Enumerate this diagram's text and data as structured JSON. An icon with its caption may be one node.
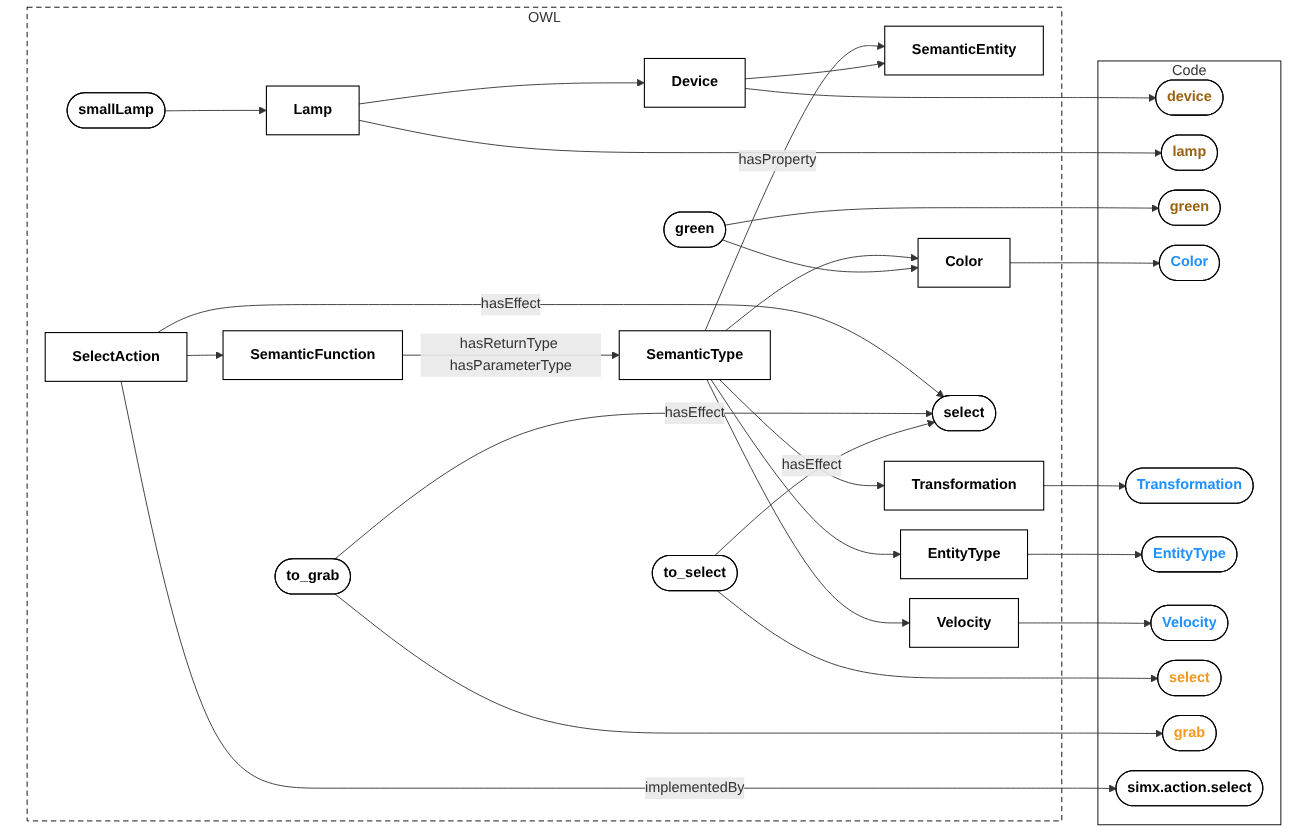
{
  "diagram": {
    "nodes": [
      {
        "text": [
          "OWL"
        ]
      },
      {
        "text": [
          "Device"
        ],
        "in": 0
      },
      {
        "text": [
          "SemanticEntity"
        ],
        "in": 0
      },
      {
        "text": [
          "Lamp"
        ],
        "in": 0
      },
      {
        "text": [
          "smallLamp"
        ],
        "in": 0
      },
      {
        "text": [
          "green"
        ],
        "in": 0
      },
      {
        "text": [
          "SemanticType"
        ],
        "in": 0
      },
      {
        "text": [
          "Color"
        ],
        "in": 0
      },
      {
        "text": [
          "Transformation"
        ],
        "in": 0
      },
      {
        "text": [
          "EntityType"
        ],
        "in": 0
      },
      {
        "text": [
          "Velocity"
        ],
        "in": 0
      },
      {
        "text": [
          "select"
        ],
        "in": 0
      },
      {
        "text": [
          "to_select"
        ],
        "in": 0
      },
      {
        "text": [
          "to_grab"
        ],
        "in": 0
      },
      {
        "text": [
          "SemanticFunction"
        ],
        "in": 0
      },
      {
        "text": [
          "SelectAction"
        ],
        "in": 0
      },
      {
        "text": [
          "Code"
        ]
      },
      {
        "text": [
          "device"
        ],
        "in": 16
      },
      {
        "text": [
          "lamp"
        ],
        "in": 16
      },
      {
        "text": [
          "green"
        ],
        "in": 16
      },
      {
        "text": [
          "Color"
        ],
        "in": 16
      },
      {
        "text": [
          "Transformation"
        ],
        "in": 16
      },
      {
        "text": [
          "EntityType"
        ],
        "in": 16
      },
      {
        "text": [
          "Velocity"
        ],
        "in": 16
      },
      {
        "text": [
          "select"
        ],
        "in": 16
      },
      {
        "text": [
          "grab"
        ],
        "in": 16
      },
      {
        "text": [
          "simx.action.select"
        ],
        "in": 16
      }
    ],
    "edges": [
      {
        "from": 1,
        "to": 2,
        "arrow": "to"
      },
      {
        "from": 3,
        "to": 1,
        "arrow": "to"
      },
      {
        "from": 4,
        "to": 3,
        "arrow": "to"
      },
      {
        "from": 5,
        "to": 7,
        "arrow": "to"
      },
      {
        "from": 6,
        "to": 2,
        "arrow": "to",
        "label": "hasProperty"
      },
      {
        "from": 6,
        "to": 7,
        "arrow": "to"
      },
      {
        "from": 6,
        "to": 8,
        "arrow": "to"
      },
      {
        "from": 6,
        "to": 9,
        "arrow": "to"
      },
      {
        "from": 6,
        "to": 10,
        "arrow": "to"
      },
      {
        "from": 12,
        "to": 11,
        "arrow": "to",
        "label": "hasEffect"
      },
      {
        "from": 13,
        "to": 11,
        "arrow": "to",
        "label": "hasEffect"
      },
      {
        "from": 15,
        "to": 11,
        "arrow": "to",
        "label": "hasEffect"
      },
      {
        "from": 14,
        "to": 6,
        "arrow": "to",
        "label": "hasReturnType hasParameterType"
      },
      {
        "from": 15,
        "to": 14,
        "arrow": "to"
      },
      {
        "from": 1,
        "to": 17,
        "arrow": "to"
      },
      {
        "from": 3,
        "to": 18,
        "arrow": "to"
      },
      {
        "from": 5,
        "to": 19,
        "arrow": "to"
      },
      {
        "from": 7,
        "to": 20,
        "arrow": "to"
      },
      {
        "from": 8,
        "to": 21,
        "arrow": "to"
      },
      {
        "from": 9,
        "to": 22,
        "arrow": "to"
      },
      {
        "from": 10,
        "to": 23,
        "arrow": "to"
      },
      {
        "from": 12,
        "to": 24,
        "arrow": "to"
      },
      {
        "from": 13,
        "to": 25,
        "arrow": "to"
      },
      {
        "from": 15,
        "to": 26,
        "arrow": "to",
        "label": "implementedBy"
      }
    ]
  }
}
